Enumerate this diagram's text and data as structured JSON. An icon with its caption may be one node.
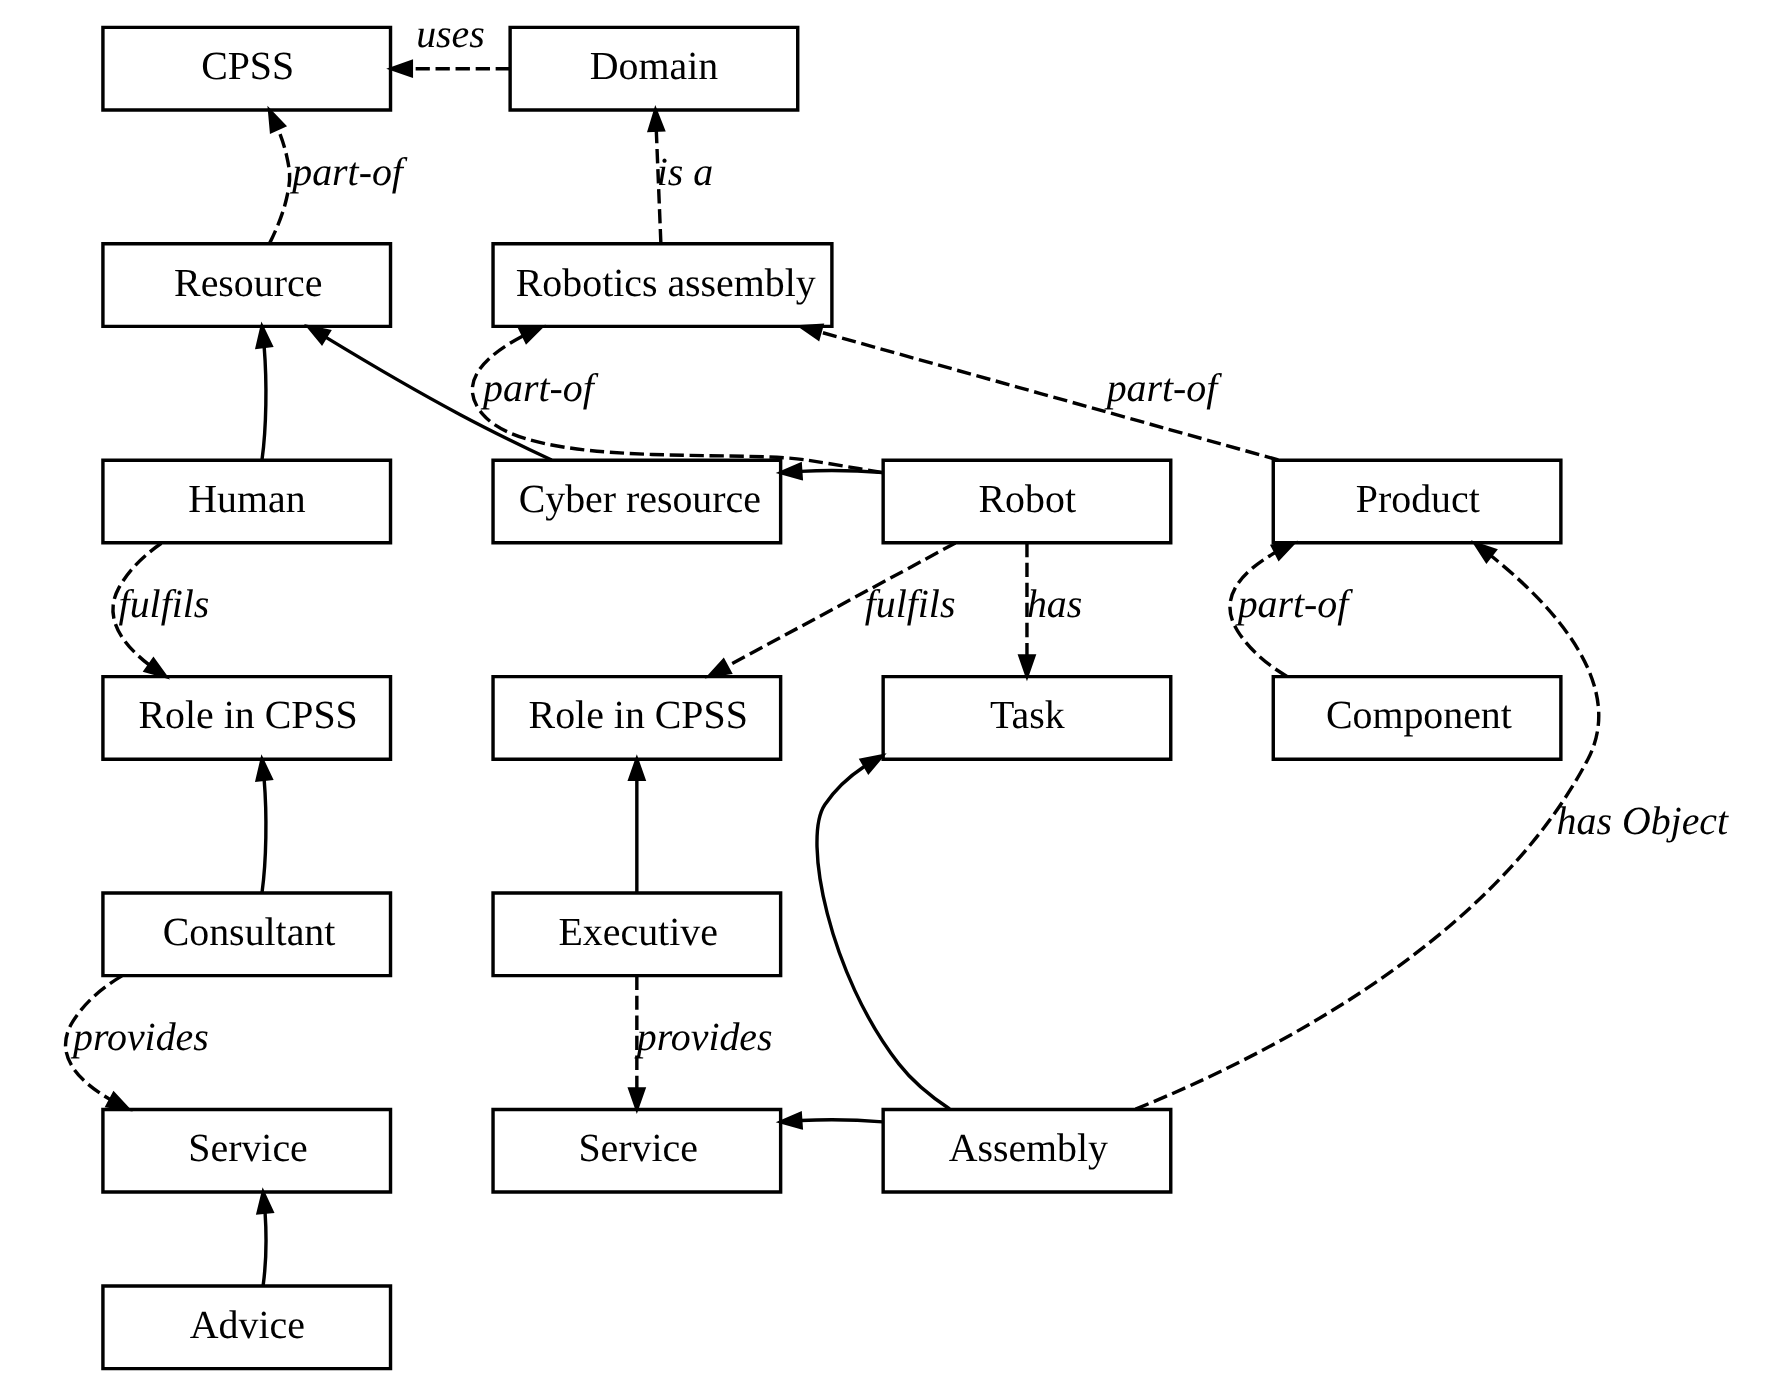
{
  "diagram": {
    "nodes": [
      {
        "text": [
          "CPSS"
        ]
      },
      {
        "text": [
          "Domain"
        ]
      },
      {
        "text": [
          "Resource"
        ]
      },
      {
        "text": [
          "Robotics assembly"
        ]
      },
      {
        "text": [
          "Human"
        ]
      },
      {
        "text": [
          "Cyber resource"
        ]
      },
      {
        "text": [
          "Robot"
        ]
      },
      {
        "text": [
          "Product"
        ]
      },
      {
        "text": [
          "Role in CPSS"
        ]
      },
      {
        "text": [
          "Role in CPSS"
        ]
      },
      {
        "text": [
          "Task"
        ]
      },
      {
        "text": [
          "Component"
        ]
      },
      {
        "text": [
          "Consultant"
        ]
      },
      {
        "text": [
          "Executive"
        ]
      },
      {
        "text": [
          "Service"
        ]
      },
      {
        "text": [
          "Service"
        ]
      },
      {
        "text": [
          "Assembly"
        ]
      },
      {
        "text": [
          "Advice"
        ]
      }
    ],
    "edges": [
      {
        "from": 1,
        "to": 0,
        "arrow": "to",
        "label": "uses",
        "style": "dashed"
      },
      {
        "from": 2,
        "to": 0,
        "arrow": "to",
        "label": "part-of",
        "style": "dashed"
      },
      {
        "from": 3,
        "to": 1,
        "arrow": "to",
        "label": "is a",
        "style": "dashed"
      },
      {
        "from": 7,
        "to": 3,
        "arrow": "to",
        "label": "part-of",
        "style": "dashed"
      },
      {
        "from": 4,
        "to": 2,
        "arrow": "to"
      },
      {
        "from": 5,
        "to": 2,
        "arrow": "to"
      },
      {
        "from": 6,
        "to": 3,
        "arrow": "to",
        "label": "part-of",
        "style": "dashed"
      },
      {
        "from": 6,
        "to": 5,
        "arrow": "to"
      },
      {
        "from": 4,
        "to": 8,
        "arrow": "to",
        "label": "fulfils",
        "style": "dashed"
      },
      {
        "from": 6,
        "to": 9,
        "arrow": "to",
        "label": "fulfils",
        "style": "dashed"
      },
      {
        "from": 6,
        "to": 10,
        "arrow": "to",
        "label": "has",
        "style": "dashed"
      },
      {
        "from": 11,
        "to": 7,
        "arrow": "to",
        "label": "part-of",
        "style": "dashed"
      },
      {
        "from": 12,
        "to": 8,
        "arrow": "to"
      },
      {
        "from": 13,
        "to": 9,
        "arrow": "to"
      },
      {
        "from": 12,
        "to": 14,
        "arrow": "to",
        "label": "provides",
        "style": "dashed"
      },
      {
        "from": 13,
        "to": 15,
        "arrow": "to",
        "label": "provides",
        "style": "dashed"
      },
      {
        "from": 16,
        "to": 10,
        "arrow": "to"
      },
      {
        "from": 16,
        "to": 15,
        "arrow": "to"
      },
      {
        "from": 16,
        "to": 7,
        "arrow": "to",
        "label": "has Object",
        "style": "dashed"
      },
      {
        "from": 17,
        "to": 14,
        "arrow": "to"
      }
    ]
  }
}
